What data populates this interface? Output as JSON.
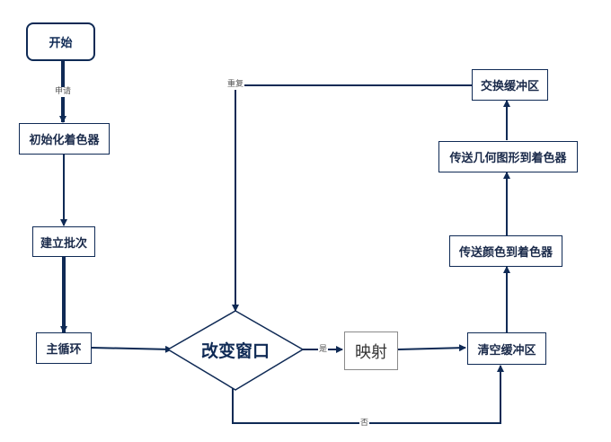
{
  "nodes": {
    "start": "开始",
    "init_shader": "初始化着色器",
    "create_batch": "建立批次",
    "main_loop": "主循环",
    "resize_window": "改变窗口",
    "mapping": "映射",
    "clear_buffer": "清空缓冲区",
    "send_color": "传送颜色到着色器",
    "send_geometry": "传送几何图形到着色器",
    "swap_buffer": "交换缓冲区"
  },
  "edge_labels": {
    "request": "申请",
    "yes": "是",
    "no": "否",
    "repeat": "重复"
  },
  "colors": {
    "line": "#0f2a55",
    "text": "#1a2a4a"
  }
}
